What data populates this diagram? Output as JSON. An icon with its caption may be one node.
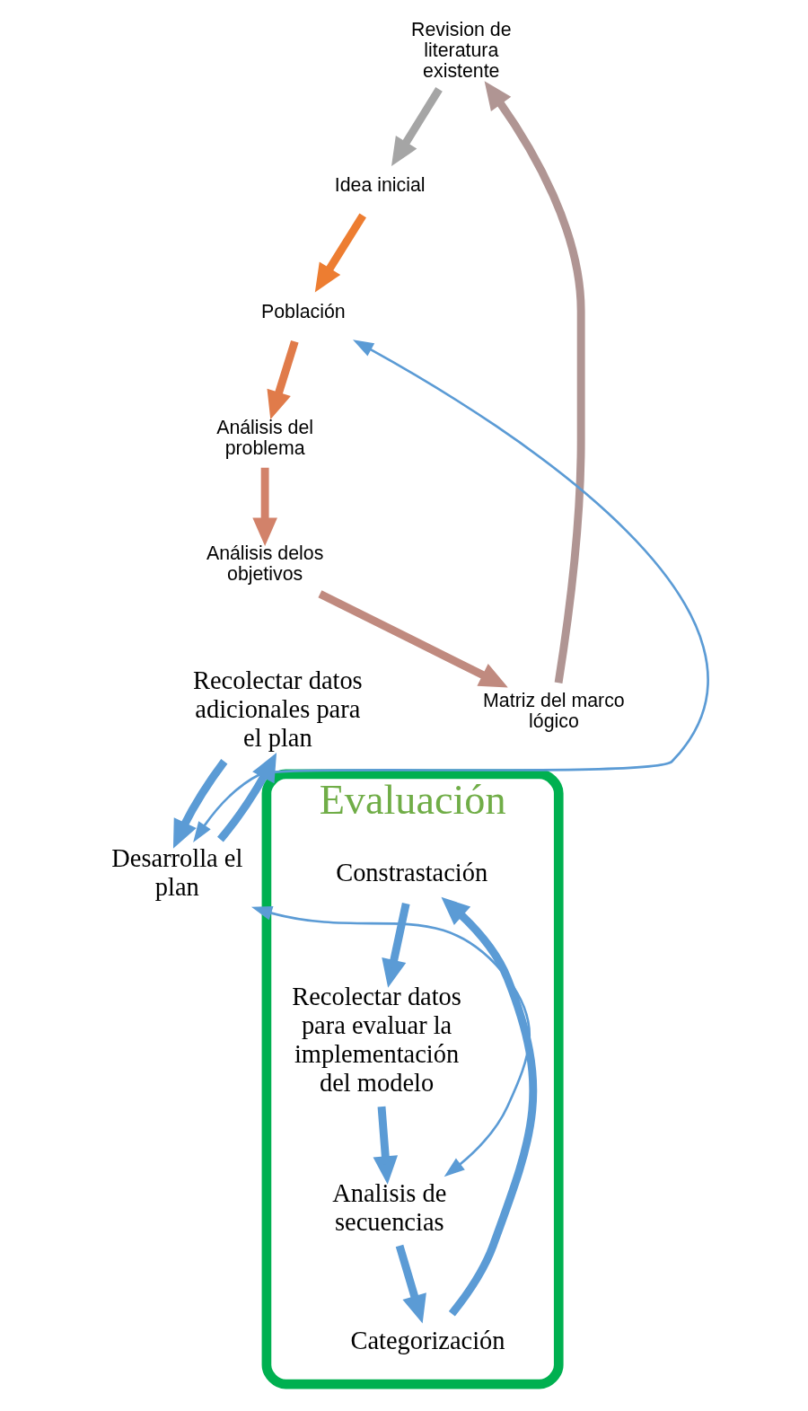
{
  "diagram": {
    "nodes": [
      {
        "text": [
          "Revision de literatura existente"
        ]
      },
      {
        "text": [
          "Idea inicial"
        ]
      },
      {
        "text": [
          "Población"
        ]
      },
      {
        "text": [
          "Análisis del problema"
        ]
      },
      {
        "text": [
          "Análisis delos objetivos"
        ]
      },
      {
        "text": [
          "Matriz del marco lógico"
        ]
      },
      {
        "text": [
          "Recolectar datos adicionales para el plan"
        ]
      },
      {
        "text": [
          "Desarrolla el plan"
        ]
      },
      {
        "text": [
          "Evaluación"
        ]
      },
      {
        "text": [
          "Constrastación"
        ],
        "in": 8
      },
      {
        "text": [
          "Recolectar datos para evaluar la implementación del modelo"
        ],
        "in": 8
      },
      {
        "text": [
          "Analisis de secuencias"
        ],
        "in": 8
      },
      {
        "text": [
          "Categorización"
        ],
        "in": 8
      }
    ],
    "edges": [
      {
        "from": 0,
        "to": 1,
        "arrow": "to",
        "color": "#a5a5a5"
      },
      {
        "from": 1,
        "to": 2,
        "arrow": "to",
        "color": "#ed7d31"
      },
      {
        "from": 2,
        "to": 3,
        "arrow": "to",
        "color": "#e07b4a"
      },
      {
        "from": 3,
        "to": 4,
        "arrow": "to",
        "color": "#d2826a"
      },
      {
        "from": 4,
        "to": 5,
        "arrow": "to",
        "color": "#c08a7f"
      },
      {
        "from": 5,
        "to": 0,
        "arrow": "to",
        "color": "#b09593"
      },
      {
        "from": 7,
        "to": 2,
        "arrow": "both",
        "color": "#5b9bd5"
      },
      {
        "from": 6,
        "to": 7,
        "arrow": "to",
        "color": "#5b9bd5"
      },
      {
        "from": 7,
        "to": 6,
        "arrow": "to",
        "color": "#5b9bd5"
      },
      {
        "from": 11,
        "to": 7,
        "arrow": "both",
        "color": "#5b9bd5"
      },
      {
        "from": 9,
        "to": 10,
        "arrow": "to",
        "color": "#5b9bd5"
      },
      {
        "from": 10,
        "to": 11,
        "arrow": "to",
        "color": "#5b9bd5"
      },
      {
        "from": 11,
        "to": 12,
        "arrow": "to",
        "color": "#5b9bd5"
      },
      {
        "from": 12,
        "to": 9,
        "arrow": "to",
        "color": "#5b9bd5"
      }
    ]
  }
}
